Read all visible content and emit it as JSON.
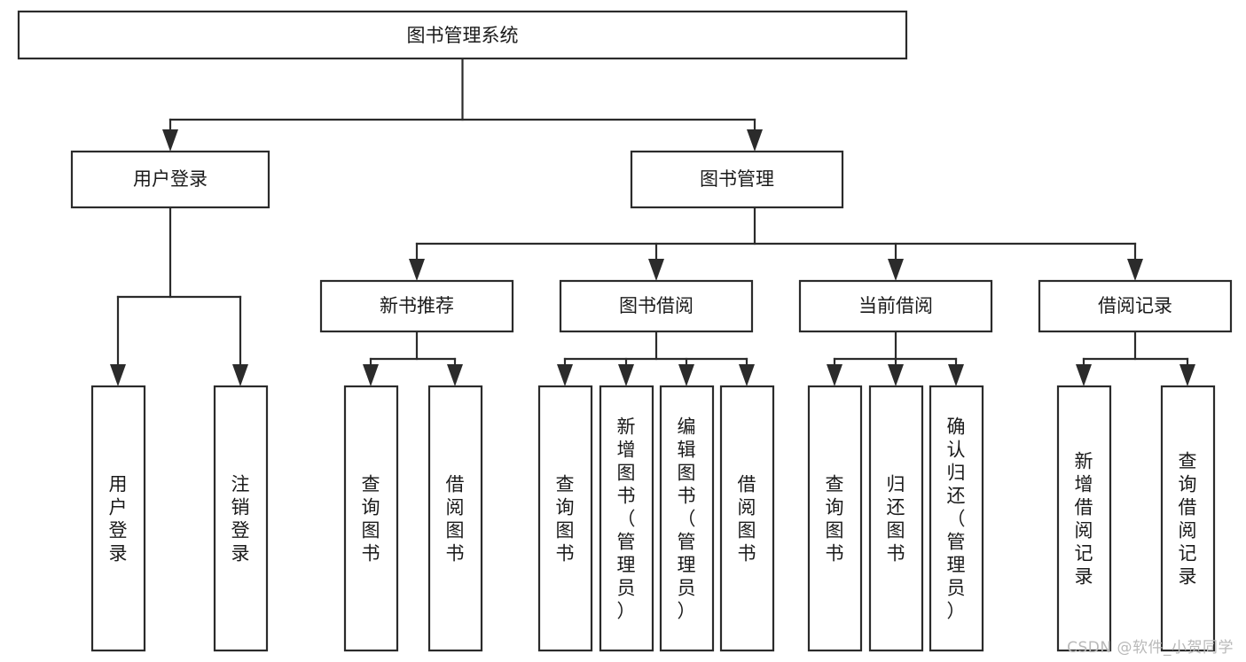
{
  "diagram": {
    "type": "tree",
    "title": "图书管理系统",
    "root": {
      "id": "root",
      "label": "图书管理系统"
    },
    "level1": [
      {
        "id": "user-login",
        "label": "用户登录"
      },
      {
        "id": "book-manage",
        "label": "图书管理"
      }
    ],
    "level2": [
      {
        "id": "new-book-recommend",
        "label": "新书推荐",
        "parent": "book-manage"
      },
      {
        "id": "book-borrow",
        "label": "图书借阅",
        "parent": "book-manage"
      },
      {
        "id": "current-borrow",
        "label": "当前借阅",
        "parent": "book-manage"
      },
      {
        "id": "borrow-record",
        "label": "借阅记录",
        "parent": "book-manage"
      }
    ],
    "leaves": [
      {
        "id": "leaf-user-login",
        "label": "用户登录",
        "parent": "user-login"
      },
      {
        "id": "leaf-user-logout",
        "label": "注销登录",
        "parent": "user-login"
      },
      {
        "id": "leaf-query-book-1",
        "label": "查询图书",
        "parent": "new-book-recommend"
      },
      {
        "id": "leaf-borrow-book-1",
        "label": "借阅图书",
        "parent": "new-book-recommend"
      },
      {
        "id": "leaf-query-book-2",
        "label": "查询图书",
        "parent": "book-borrow"
      },
      {
        "id": "leaf-add-book",
        "label": "新增图书（管理员）",
        "parent": "book-borrow"
      },
      {
        "id": "leaf-edit-book",
        "label": "编辑图书（管理员）",
        "parent": "book-borrow"
      },
      {
        "id": "leaf-borrow-book-2",
        "label": "借阅图书",
        "parent": "book-borrow"
      },
      {
        "id": "leaf-query-book-3",
        "label": "查询图书",
        "parent": "current-borrow"
      },
      {
        "id": "leaf-return-book",
        "label": "归还图书",
        "parent": "current-borrow"
      },
      {
        "id": "leaf-confirm-return",
        "label": "确认归还（管理员）",
        "parent": "current-borrow"
      },
      {
        "id": "leaf-add-record",
        "label": "新增借阅记录",
        "parent": "borrow-record"
      },
      {
        "id": "leaf-query-record",
        "label": "查询借阅记录",
        "parent": "borrow-record"
      }
    ],
    "colors": {
      "stroke": "#2b2b2b",
      "fill": "#ffffff",
      "text": "#1a1a1a",
      "watermark": "#b9b9b9"
    }
  },
  "watermark": {
    "text": "CSDN @软件_小贺同学"
  }
}
